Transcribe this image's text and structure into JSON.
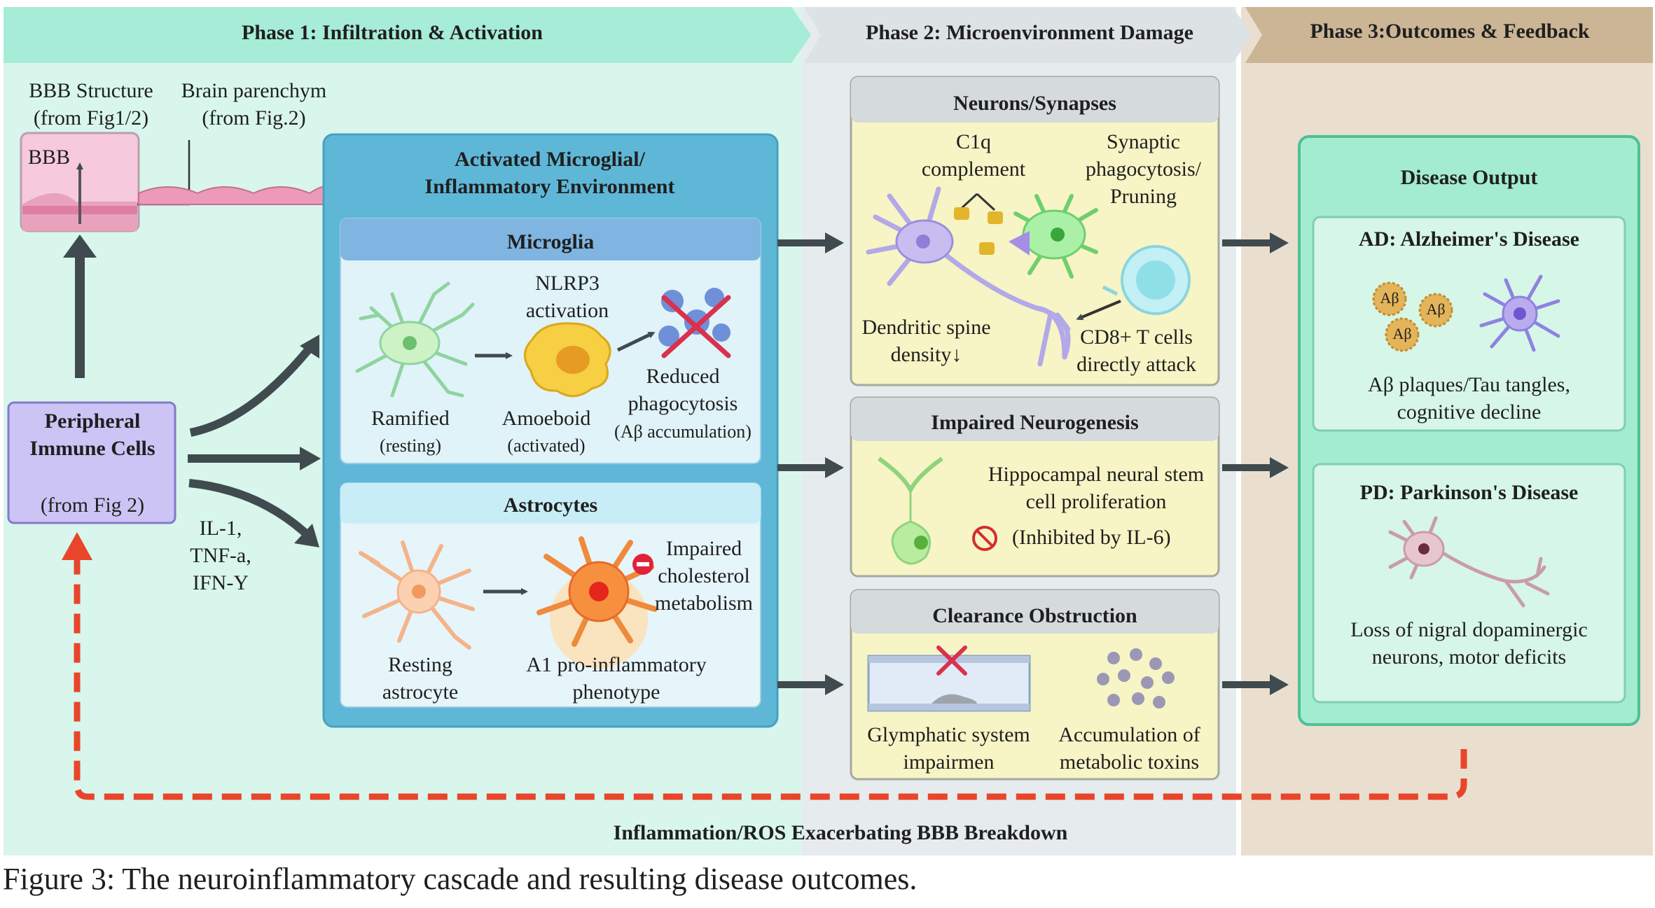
{
  "phases": [
    {
      "title": "Phase 1: Infiltration & Activation",
      "color": "#a8ecd8"
    },
    {
      "title": "Phase 2: Microenvironment Damage",
      "color": "#e0e4e6"
    },
    {
      "title": "Phase 3:Outcomes & Feedback",
      "color": "#cdb89c"
    }
  ],
  "bbb": {
    "structure_label": "BBB Structure (from Fig1/2)",
    "parenchyma_label": "Brain parenchym (from Fig.2)",
    "box_label": "BBB"
  },
  "peripheral": {
    "title": "Peripheral Immune Cells",
    "subtitle": "(from Fig 2)",
    "cytokines": "IL-1, TNF-a, IFN-Y"
  },
  "activated_env": {
    "title": "Activated Microglial/ Inflammatory Environment",
    "microglia": {
      "title": "Microglia",
      "ramified": "Ramified",
      "ramified_sub": "(resting)",
      "nlrp3": "NLRP3 activation",
      "amoeboid": "Amoeboid",
      "amoeboid_sub": "(activated)",
      "reduced": "Reduced phagocytosis",
      "reduced_sub": "(Aβ accumulation)"
    },
    "astrocytes": {
      "title": "Astrocytes",
      "resting": "Resting astrocyte",
      "a1": "A1 pro-inflammatory phenotype",
      "impaired": "Impaired cholesterol metabolism"
    }
  },
  "neurons": {
    "title": "Neurons/Synapses",
    "c1q": "C1q complement",
    "synaptic": "Synaptic phagocytosis/ Pruning",
    "dendritic": "Dendritic spine density↓",
    "cd8": "CD8+ T cells directly attack"
  },
  "neurogenesis": {
    "title": "Impaired Neurogenesis",
    "text": "Hippocampal neural stem cell proliferation",
    "inhibited": "(Inhibited by IL-6)"
  },
  "clearance": {
    "title": "Clearance Obstruction",
    "glymphatic": "Glymphatic system impairmen",
    "toxins": "Accumulation of metabolic toxins"
  },
  "disease_output": {
    "title": "Disease Output",
    "ad_title": "AD: Alzheimer's Disease",
    "ad_badge": "Aβ",
    "ad_text": "Aβ plaques/Tau tangles, cognitive decline",
    "pd_title": "PD: Parkinson's Disease",
    "pd_text": "Loss of nigral dopaminergic neurons, motor deficits"
  },
  "feedback_label": "Inflammation/ROS Exacerbating BBB Breakdown",
  "caption": "Figure 3: The neuroinflammatory cascade and resulting disease outcomes."
}
